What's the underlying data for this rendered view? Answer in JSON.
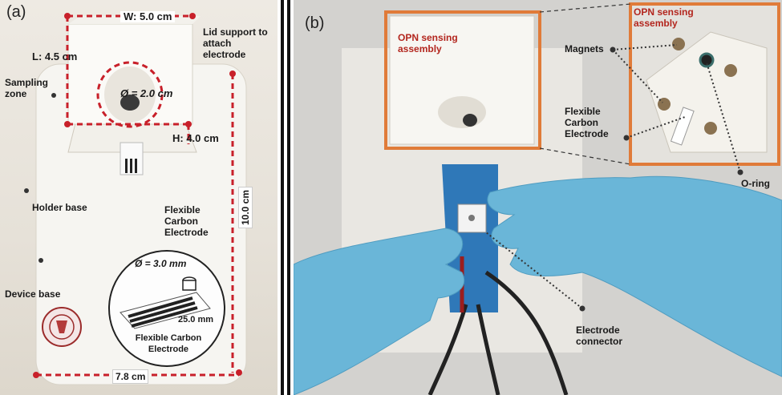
{
  "panel_a": {
    "tag": "(a)",
    "width_label": "W: 5.0 cm",
    "length_label": "L: 4.5 cm",
    "lid_support_label": "Lid support to attach electrode",
    "sampling_zone_label": "Sampling zone",
    "zone_diameter_label": "Ø = 2.0 cm",
    "height_label": "H: 4.0 cm",
    "holder_base_label": "Holder base",
    "flexible_electrode_label": "Flexible Carbon Electrode",
    "device_height_label": "10.0 cm",
    "device_base_label": "Device base",
    "inset_diameter_label": "Ø = 3.0 mm",
    "inset_length_label": "25.0 mm",
    "inset_caption": "Flexible Carbon Electrode",
    "device_width_label": "7.8 cm"
  },
  "panel_b": {
    "tag": "(b)",
    "assembly_label": "OPN sensing assembly",
    "zoom_assembly_label": "OPN sensing assembly",
    "magnets_label": "Magnets",
    "flexible_electrode_label": "Flexible Carbon Electrode",
    "oring_label": "O-ring",
    "connector_label": "Electrode connector"
  },
  "colors": {
    "dimension_red": "#c8202a",
    "highlight_orange": "#e07b39",
    "glove_blue": "#6ab6d8",
    "connector_blue": "#2f78b8"
  }
}
